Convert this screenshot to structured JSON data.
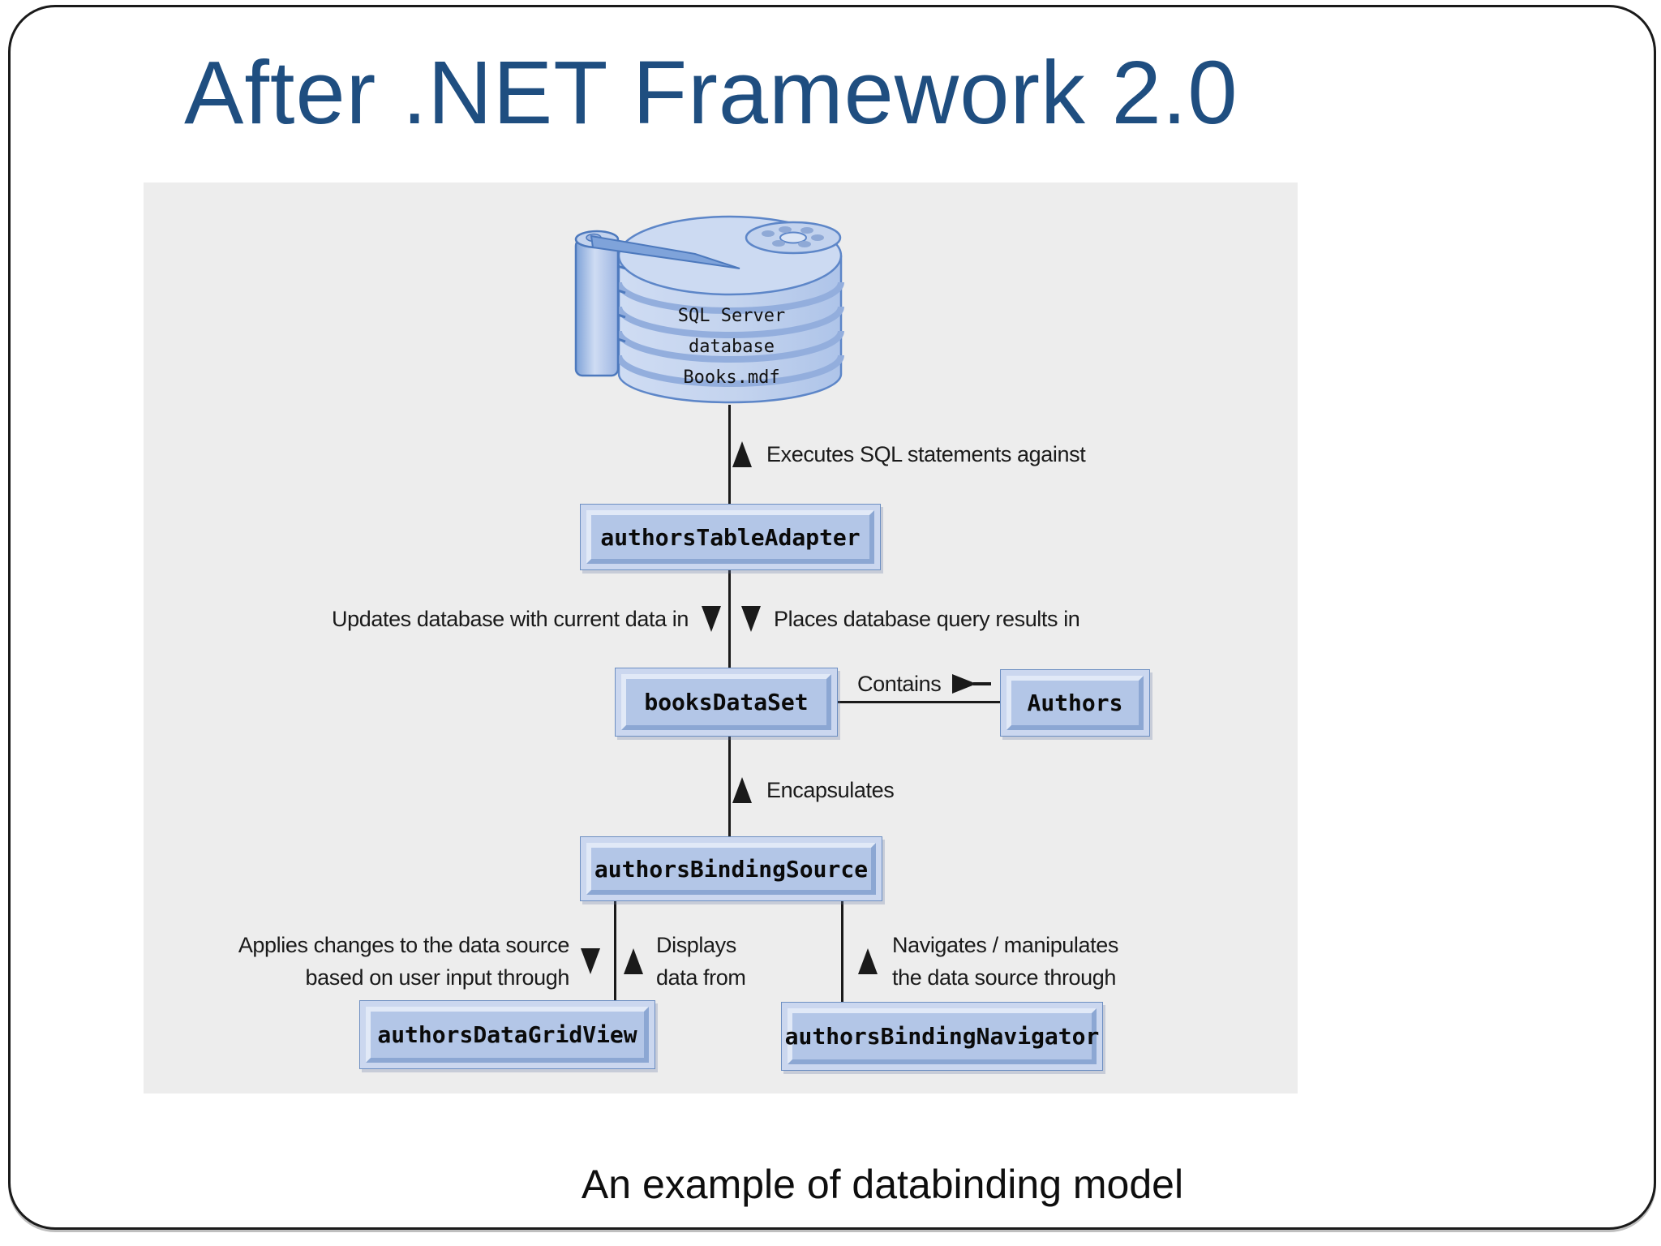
{
  "slide": {
    "title": "After .NET Framework 2.0",
    "caption": "An example of databinding model"
  },
  "colors": {
    "title_color": "#1f4e80",
    "panel_bg": "#ededed",
    "box_fill": "#b3c6e7",
    "box_band": "#cbd7ef",
    "bevel_light": "#e1e9f7",
    "bevel_dark": "#8ca7d3",
    "box_border": "#6d8fc2",
    "line_color": "#1a1a1a",
    "disk_fill": "#c3d3ee",
    "disk_stroke": "#5d86c8"
  },
  "diagram": {
    "database": {
      "icon": "hard-disk-icon",
      "line1": "SQL Server",
      "line2": "database",
      "line3": "Books.mdf"
    },
    "nodes": {
      "table_adapter": "authorsTableAdapter",
      "dataset": "booksDataSet",
      "authors": "Authors",
      "binding_source": "authorsBindingSource",
      "grid_view": "authorsDataGridView",
      "binding_navigator": "authorsBindingNavigator"
    },
    "labels": {
      "executes": "Executes SQL statements against",
      "updates": "Updates database with current data in",
      "places": "Places database query results in",
      "contains": "Contains",
      "encapsulates": "Encapsulates",
      "applies_1": "Applies changes to the data source",
      "applies_2": "based on user input through",
      "displays_1": "Displays",
      "displays_2": "data from",
      "navigates_1": "Navigates / manipulates",
      "navigates_2": "the data source through"
    }
  }
}
